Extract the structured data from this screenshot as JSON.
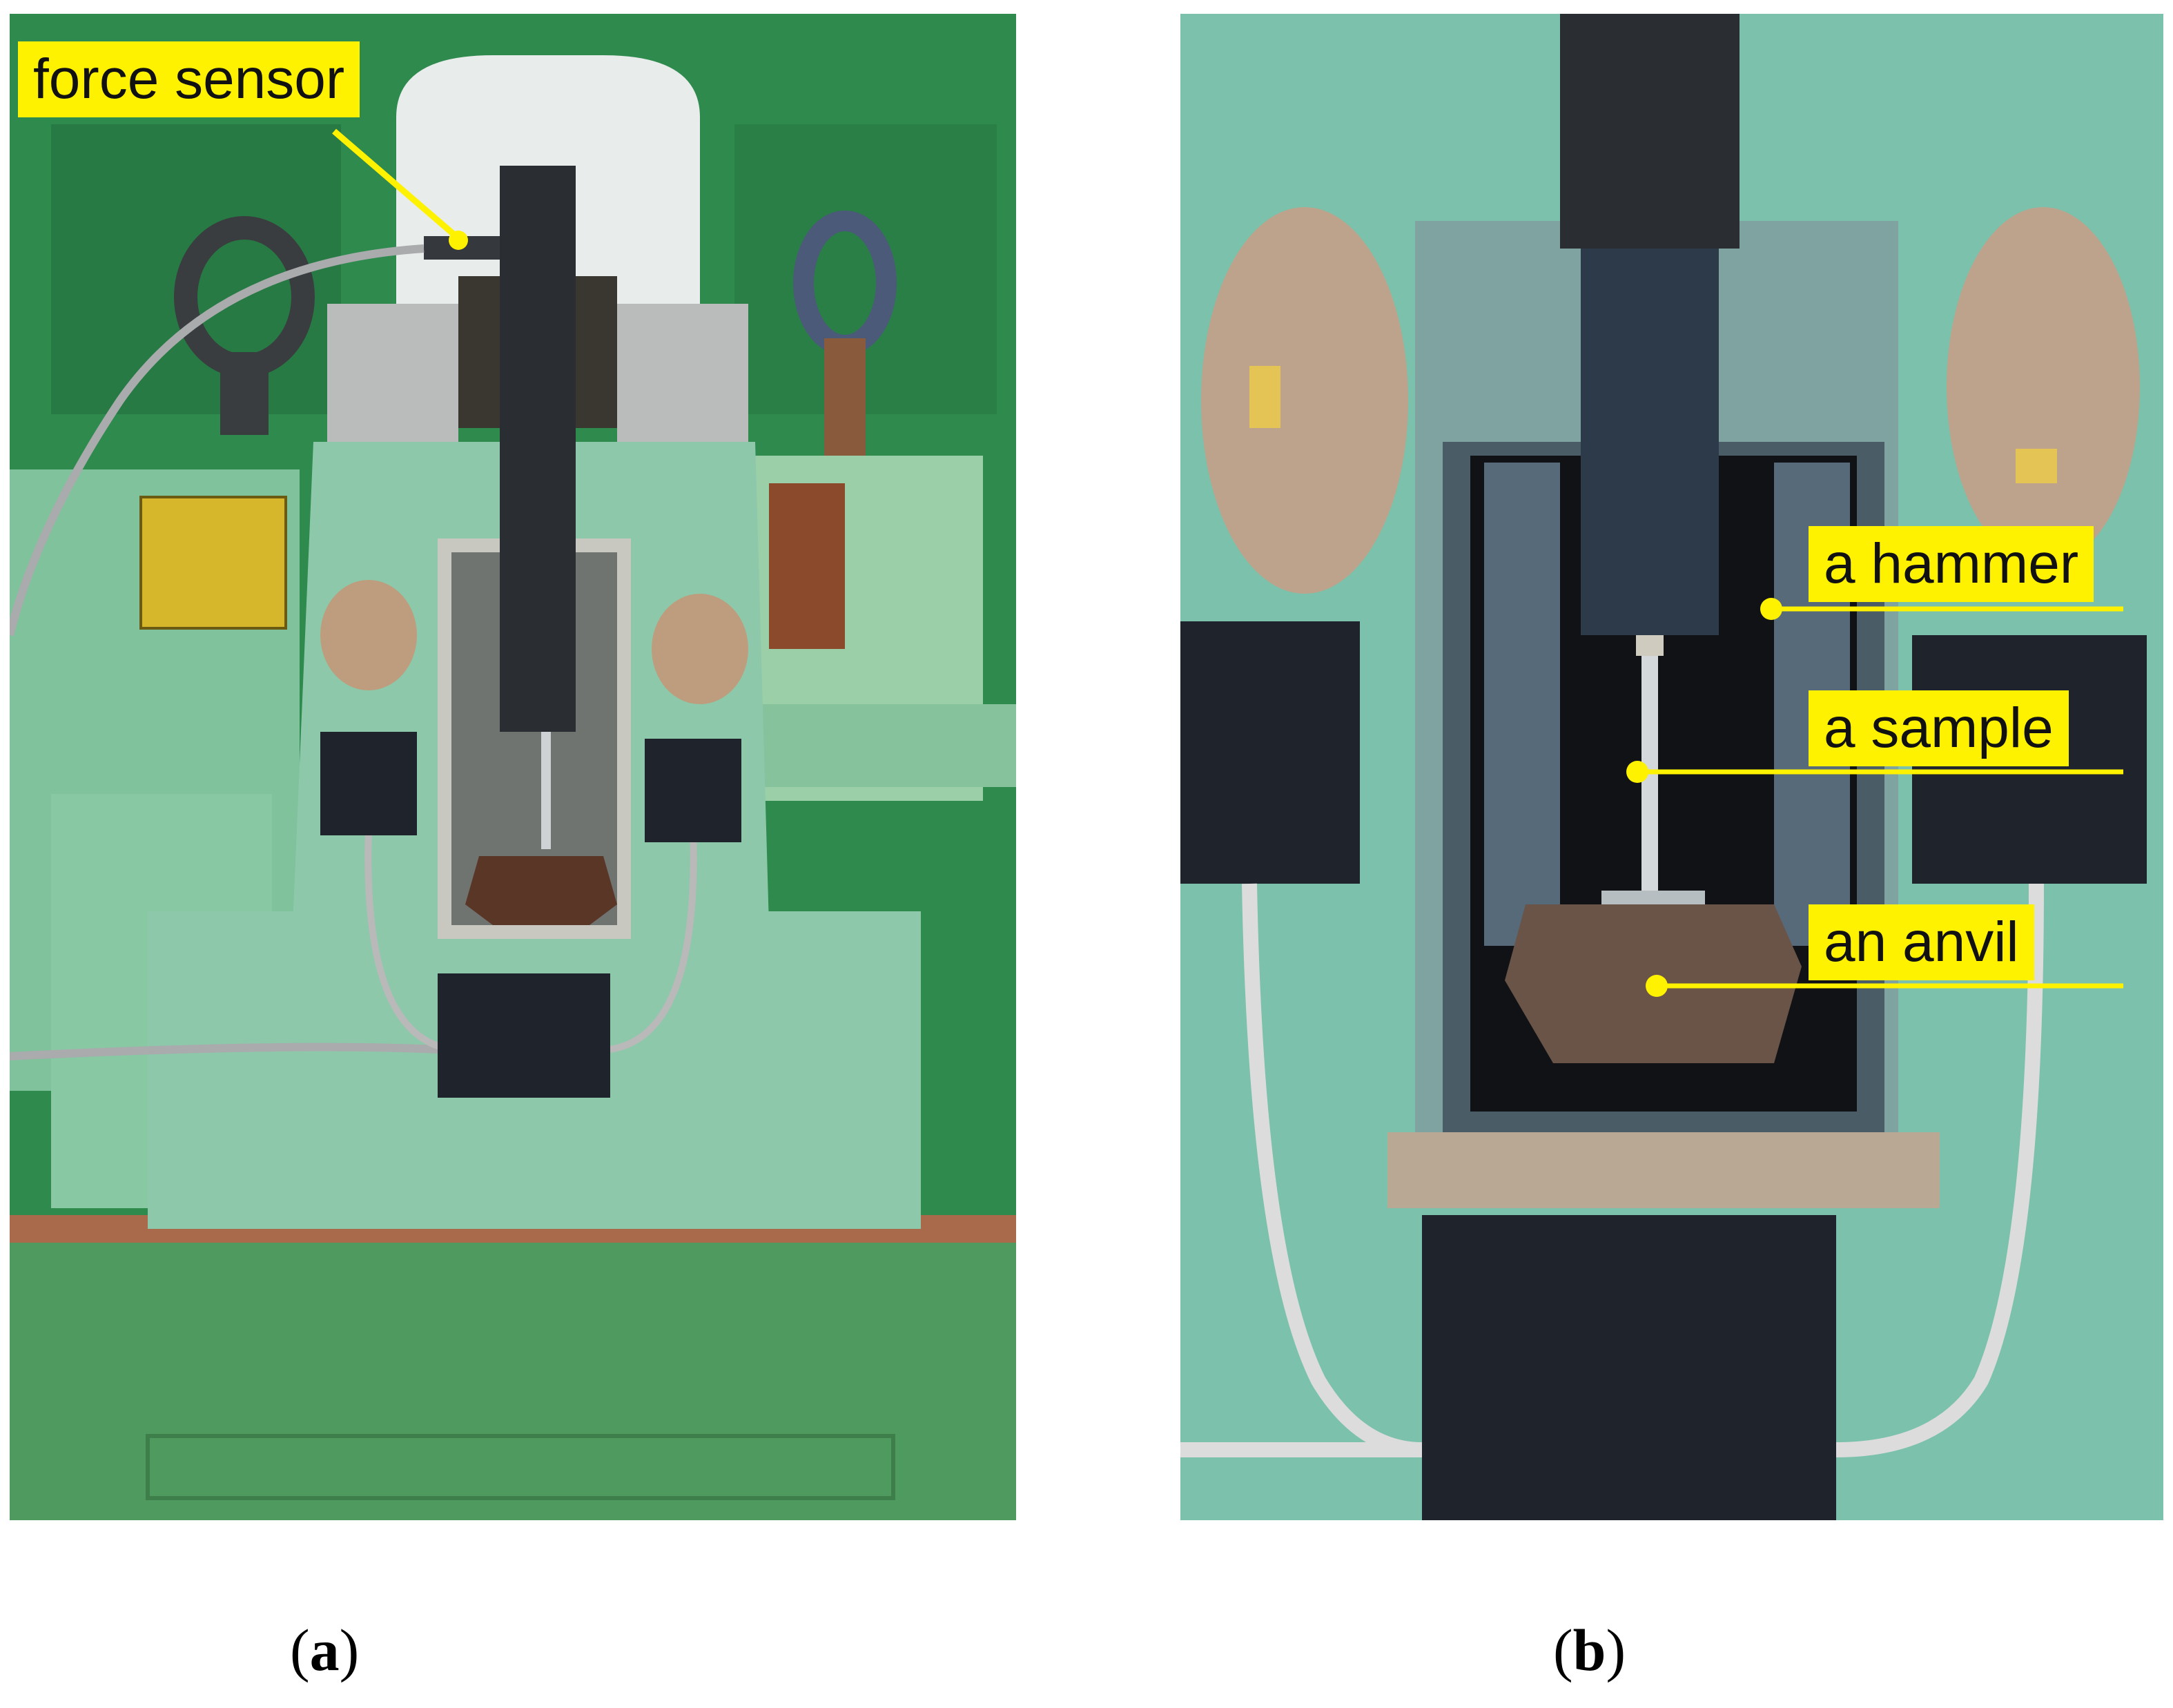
{
  "panel_a": {
    "label_force_sensor": "force sensor",
    "caption_open": "(",
    "caption_letter": "a",
    "caption_close": ")"
  },
  "panel_b": {
    "label_hammer": "a hammer",
    "label_sample": "a sample",
    "label_anvil": "an anvil",
    "caption_open": "(",
    "caption_letter": "b",
    "caption_close": ")"
  },
  "colors": {
    "callout": "#fff200",
    "machine_green": "#8fc9a9",
    "background_green": "#2f8a4e",
    "tape_black": "#1f232b",
    "hammer_dark": "#2a2e33"
  }
}
